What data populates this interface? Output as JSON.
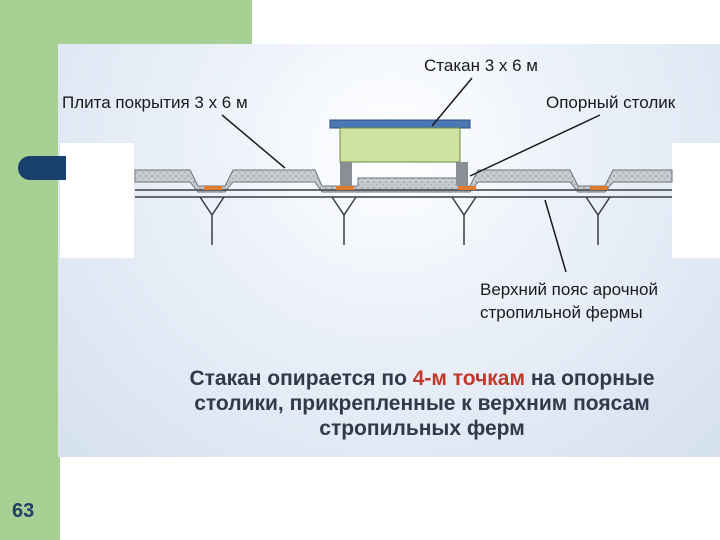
{
  "labels": {
    "cup": "Стакан 3 х 6 м",
    "slab": "Плита покрытия 3 х 6 м",
    "support_table": "Опорный столик",
    "chord_line1": "Верхний пояс арочной",
    "chord_line2": "стропильной фермы"
  },
  "caption": {
    "line1_before": "Стакан опирается по ",
    "line1_highlight": "4-м точкам",
    "line1_after": " на опорные",
    "line2": "столики, прикрепленные к верхним поясам",
    "line3": "стропильных ферм"
  },
  "slide_number": "63",
  "colors": {
    "sidebar_green": "#a8cf94",
    "tab_navy": "#17406d",
    "highlight_red": "#c0392b",
    "cup_green": "#cfe3a0",
    "cup_top_blue": "#4a78b5",
    "support_gray": "#8a8f95",
    "bearing_orange": "#e07a2e"
  }
}
